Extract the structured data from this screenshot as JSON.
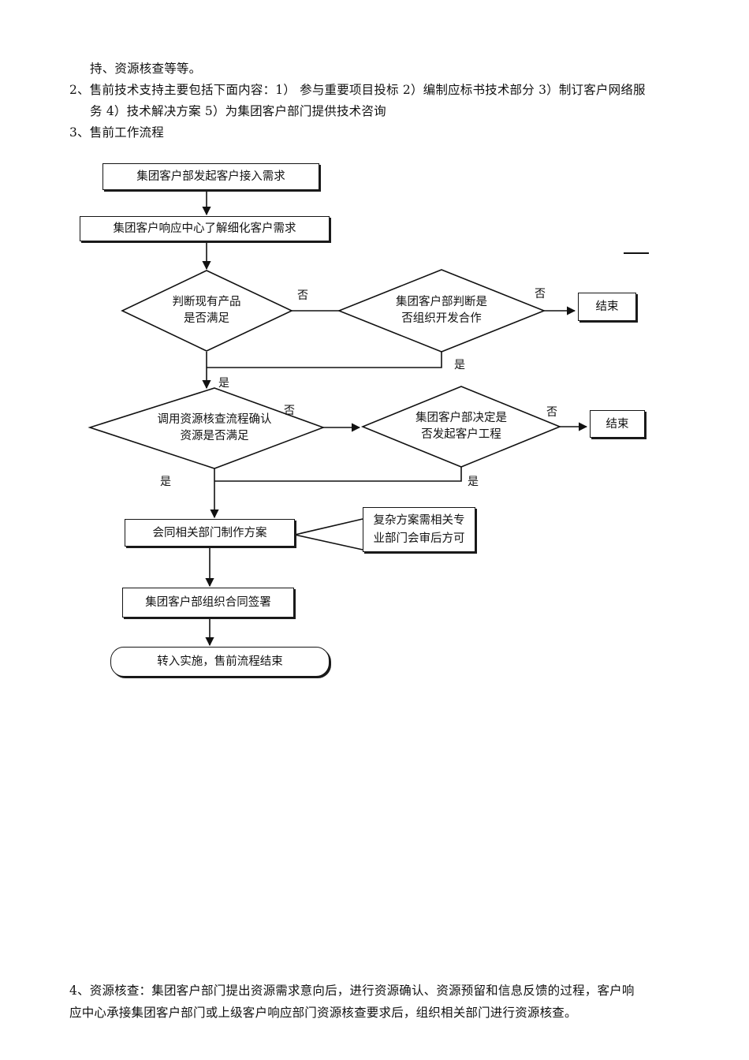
{
  "document": {
    "intro": {
      "line1": "持、资源核查等等。",
      "line2": "2、售前技术支持主要包括下面内容：1）  参与重要项目投标 2）编制应标书技术部分 3）制订客户网络服",
      "line3": "务 4）技术解决方案 5）为集团客户部门提供技术咨询",
      "line4": "3、售前工作流程"
    },
    "footer": {
      "line1": "4、资源核查：集团客户部门提出资源需求意向后，进行资源确认、资源预留和信息反馈的过程，客户响",
      "line2": "应中心承接集团客户部门或上级客户响应部门资源核查要求后，组织相关部门进行资源核查。"
    }
  },
  "chart_data": {
    "type": "diagram",
    "title": "售前工作流程",
    "nodes": [
      {
        "id": "n1",
        "shape": "rect",
        "label": "集团客户部发起客户接入需求"
      },
      {
        "id": "n2",
        "shape": "rect",
        "label": "集团客户响应中心了解细化客户需求"
      },
      {
        "id": "n3",
        "shape": "diamond",
        "label_line1": "判断现有产品",
        "label_line2": "是否满足"
      },
      {
        "id": "n4",
        "shape": "diamond",
        "label_line1": "集团客户部判断是",
        "label_line2": "否组织开发合作"
      },
      {
        "id": "n5",
        "shape": "rect",
        "label": "结束"
      },
      {
        "id": "n6",
        "shape": "diamond",
        "label_line1": "调用资源核查流程确认",
        "label_line2": "资源是否满足"
      },
      {
        "id": "n7",
        "shape": "diamond",
        "label_line1": "集团客户部决定是",
        "label_line2": "否发起客户工程"
      },
      {
        "id": "n8",
        "shape": "rect",
        "label": "结束"
      },
      {
        "id": "n9",
        "shape": "rect",
        "label": "会同相关部门制作方案"
      },
      {
        "id": "n10",
        "shape": "note",
        "label_line1": "复杂方案需相关专",
        "label_line2": "业部门会审后方可"
      },
      {
        "id": "n11",
        "shape": "rect",
        "label": "集团客户部组织合同签署"
      },
      {
        "id": "n12",
        "shape": "rounded",
        "label": "转入实施，售前流程结束"
      }
    ],
    "edge_labels": {
      "e1_no": "否",
      "e2_no": "否",
      "e3_yes": "是",
      "e4_yes": "是",
      "e5_no": "否",
      "e6_no": "否",
      "e7_yes": "是",
      "e8_yes": "是"
    }
  }
}
